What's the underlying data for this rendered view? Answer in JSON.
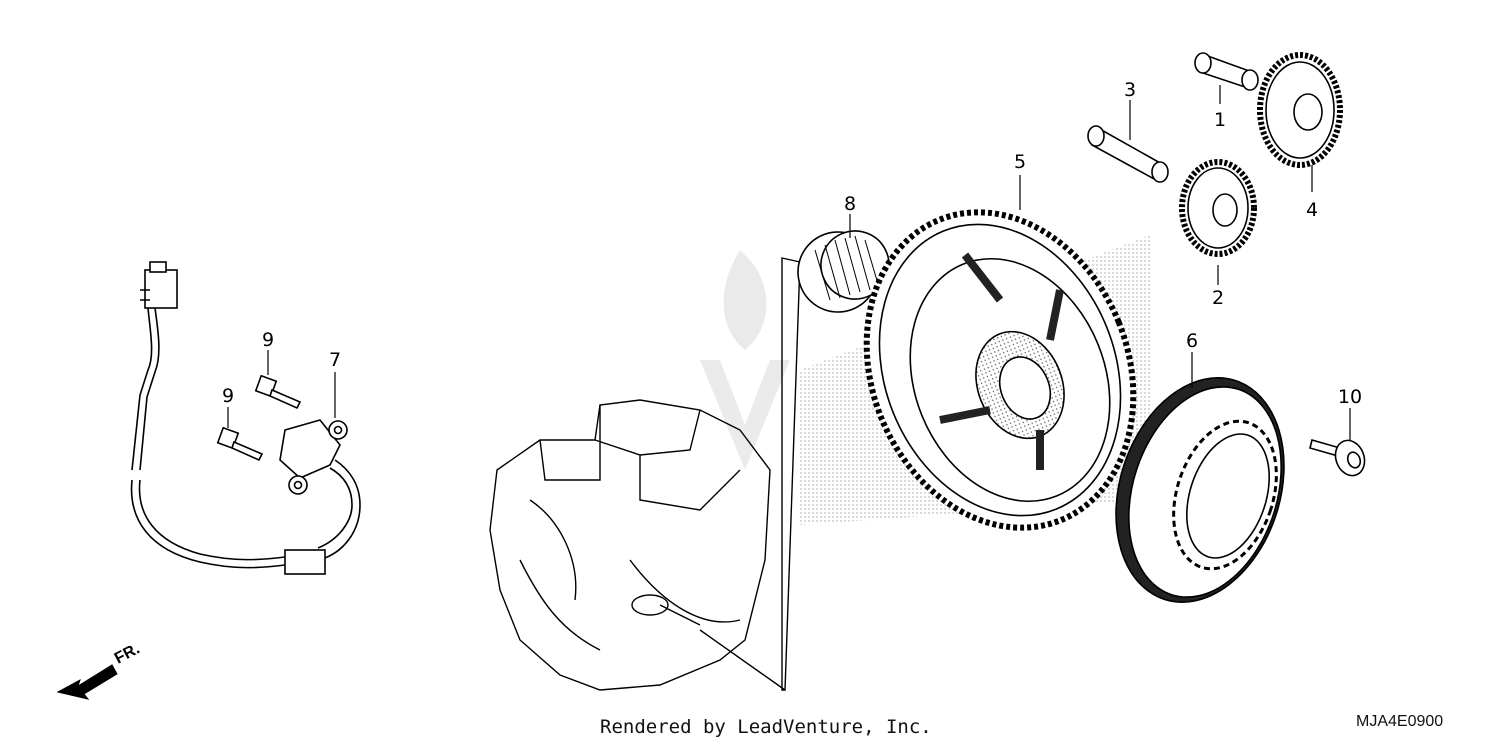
{
  "diagram": {
    "callouts": {
      "p1": "1",
      "p2": "2",
      "p3": "3",
      "p4": "4",
      "p5": "5",
      "p6": "6",
      "p7": "7",
      "p8": "8",
      "p9a": "9",
      "p9b": "9",
      "p10": "10"
    },
    "direction_label": "FR.",
    "credit": "Rendered by LeadVenture, Inc.",
    "diagram_code": "MJA4E0900"
  }
}
